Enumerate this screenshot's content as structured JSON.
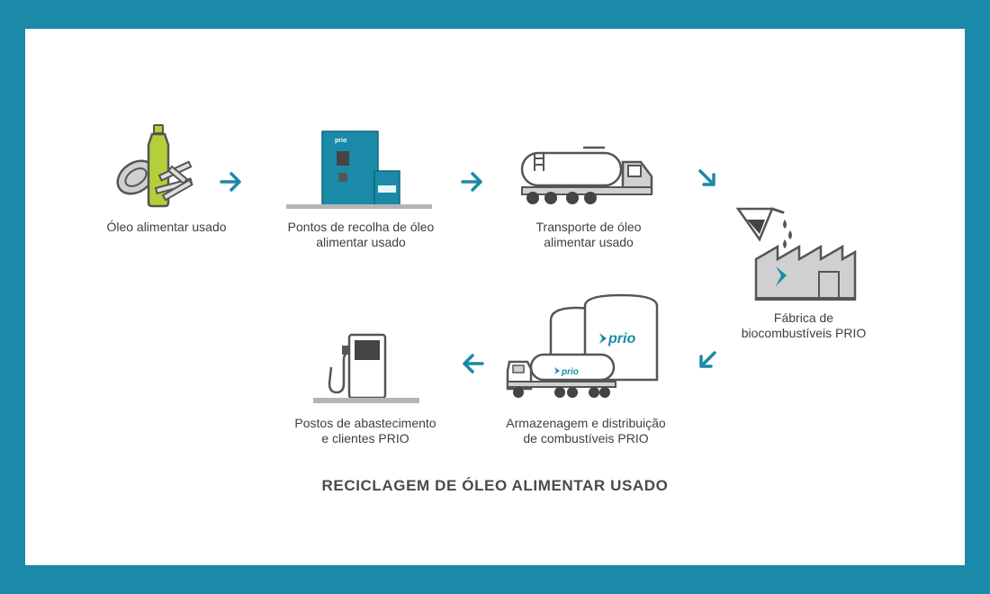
{
  "title": "RECICLAGEM DE ÓLEO ALIMENTAR USADO",
  "colors": {
    "frame": "#1a8aa8",
    "accent": "#1a8aa8",
    "gray": "#c9c9c9",
    "outline": "#555555",
    "oil": "#b3cf3a"
  },
  "brand": {
    "name": "prio"
  },
  "steps": [
    {
      "label": "Óleo alimentar usado",
      "icon": "used-oil-icon"
    },
    {
      "label": "Pontos de recolha de óleo\nalimentar usado",
      "icon": "collection-point-icon"
    },
    {
      "label": "Transporte de óleo\nalimentar usado",
      "icon": "tanker-truck-icon"
    },
    {
      "label": "Fábrica de\nbiocombustíveis PRIO",
      "icon": "factory-icon"
    },
    {
      "label": "Armazenagem e distribuição\nde combustíveis PRIO",
      "icon": "storage-distribution-icon"
    },
    {
      "label": "Postos de abastecimento\ne clientes PRIO",
      "icon": "fuel-pump-icon"
    }
  ]
}
